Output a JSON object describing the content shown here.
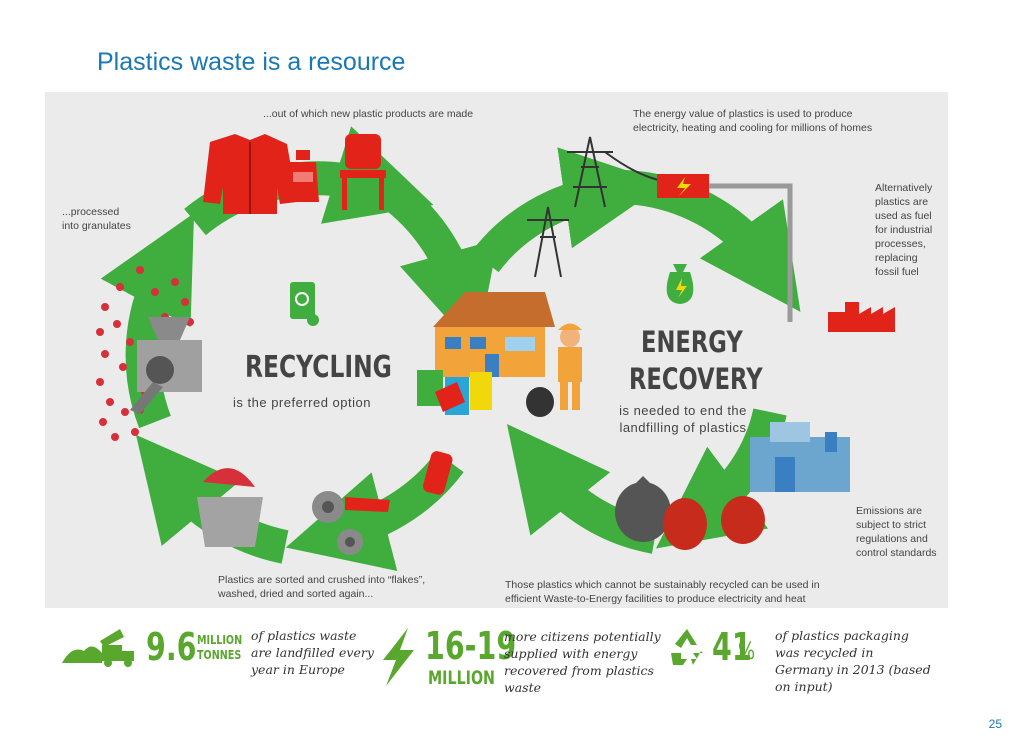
{
  "page": {
    "title": "Plastics waste is a resource",
    "page_number": "25"
  },
  "diagram": {
    "left_loop": {
      "heading": "RECYCLING",
      "subtitle": "is the preferred option"
    },
    "right_loop": {
      "heading_line1": "ENERGY",
      "heading_line2": "RECOVERY",
      "subtitle": "is needed to end the landfilling of plastics"
    },
    "captions": {
      "products": "...out of which new plastic products are made",
      "granulates": "...processed into granulates",
      "flakes": "Plastics are sorted and crushed into “flakes”, washed, dried and sorted again...",
      "energy_value": "The energy value of plastics is used to produce electricity, heating and cooling for millions of homes",
      "fuel": "Alternatively plastics are used as fuel for industrial processes, replacing fossil fuel",
      "emissions": "Emissions are subject to strict regulations and control standards",
      "waste_to_energy": "Those plastics which cannot be sustainably recycled can be used in efficient Waste-to-Energy facilities to produce electricity and heat"
    },
    "colors": {
      "arrow_green": "#3fae3f",
      "title_blue": "#1a78b4",
      "stat_green": "#5aa72e",
      "accent_red": "#e2231a"
    }
  },
  "stats": [
    {
      "value": "9.6",
      "unit_line1": "MILLION",
      "unit_line2": "TONNES",
      "text": "of plastics waste are landfilled every year in Europe",
      "icon": "landfill-truck-icon"
    },
    {
      "value": "16-19",
      "unit_line1": "MILLION",
      "text": "more citizens potentially supplied with energy recovered from plastics waste",
      "icon": "lightning-bolt-icon"
    },
    {
      "value": "41",
      "unit_line1": "%",
      "text": "of plastics packaging was recycled in Germany in 2013 (based on input)",
      "icon": "recycle-icon"
    }
  ]
}
